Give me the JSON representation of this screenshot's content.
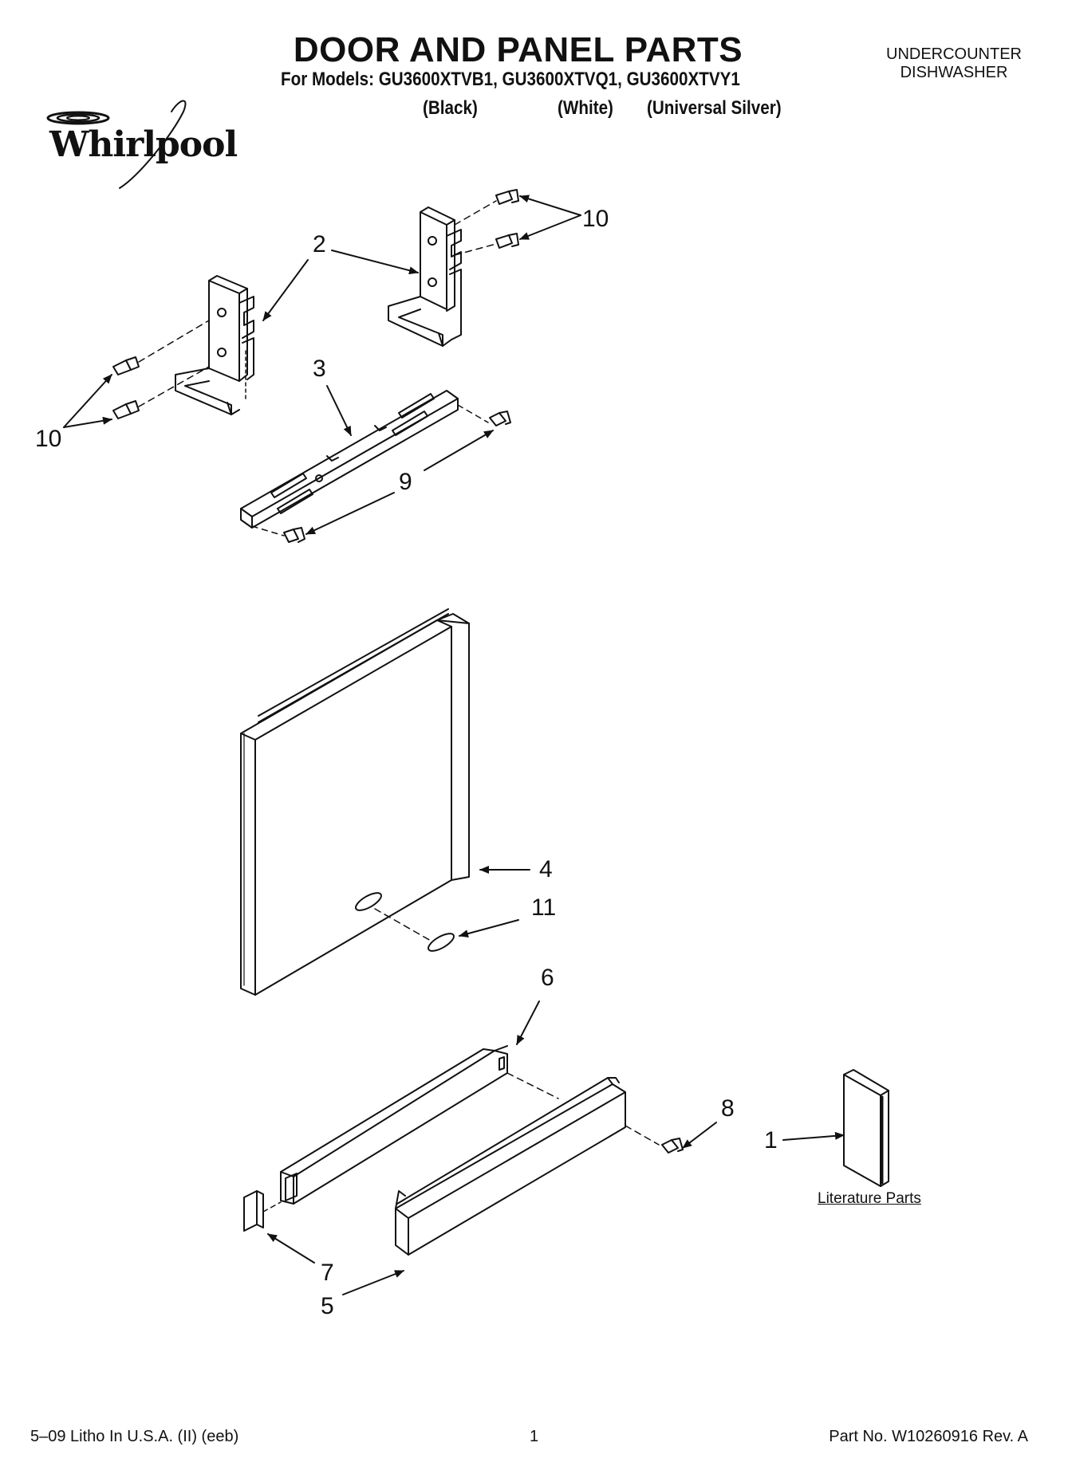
{
  "header": {
    "title": "DOOR AND PANEL PARTS",
    "models": "For Models: GU3600XTVB1, GU3600XTVQ1, GU3600XTVY1",
    "colors": [
      "(Black)",
      "(White)",
      "(Universal Silver)"
    ],
    "category_line1": "UNDERCOUNTER",
    "category_line2": "DISHWASHER",
    "brand": "Whirlpool"
  },
  "callouts": {
    "c10_top": "10",
    "c2": "2",
    "c10_left": "10",
    "c3": "3",
    "c9": "9",
    "c4": "4",
    "c11": "11",
    "c6": "6",
    "c8": "8",
    "c1": "1",
    "c7": "7",
    "c5": "5"
  },
  "literature_label": "Literature Parts",
  "footer": {
    "left": "5–09 Litho In U.S.A. (II) (eeb)",
    "center": "1",
    "right": "Part No. W10260916 Rev. A"
  }
}
